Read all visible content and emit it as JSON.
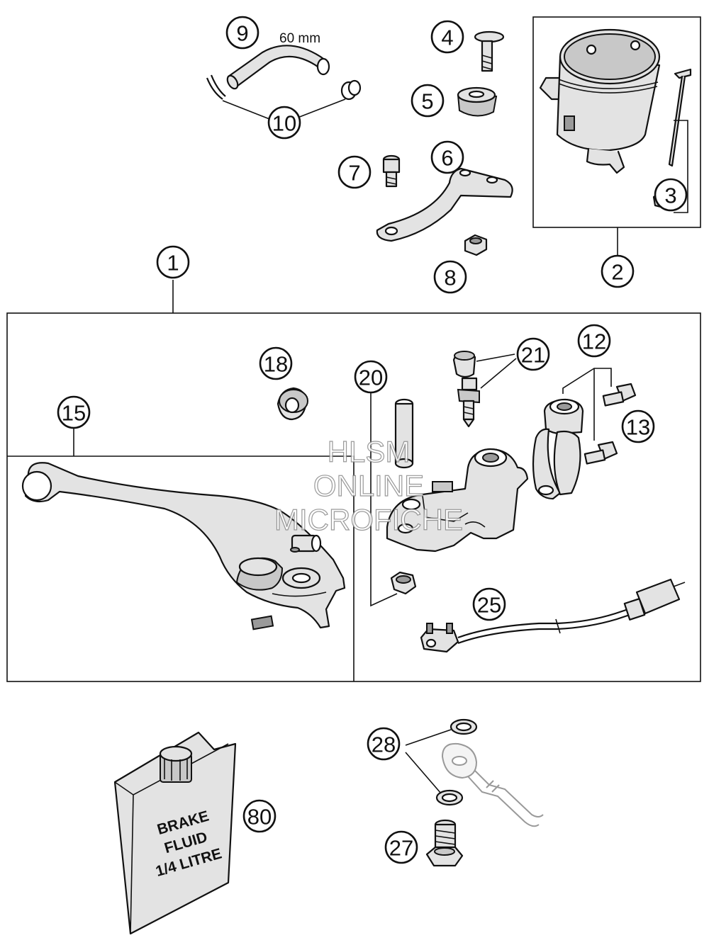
{
  "callouts": {
    "c1": "1",
    "c2": "2",
    "c3": "3",
    "c4": "4",
    "c5": "5",
    "c6": "6",
    "c7": "7",
    "c8": "8",
    "c9": "9",
    "c10": "10",
    "c12": "12",
    "c13": "13",
    "c15": "15",
    "c18": "18",
    "c20": "20",
    "c21": "21",
    "c25": "25",
    "c27": "27",
    "c28": "28",
    "c80": "80"
  },
  "dimension": "60 mm",
  "fluid_label": {
    "line1": "BRAKE",
    "line2": "FLUID",
    "line3": "1/4 LITRE"
  },
  "watermark": {
    "line1": "HLSM",
    "line2": "ONLINE",
    "line3": "MICROFICHE"
  }
}
